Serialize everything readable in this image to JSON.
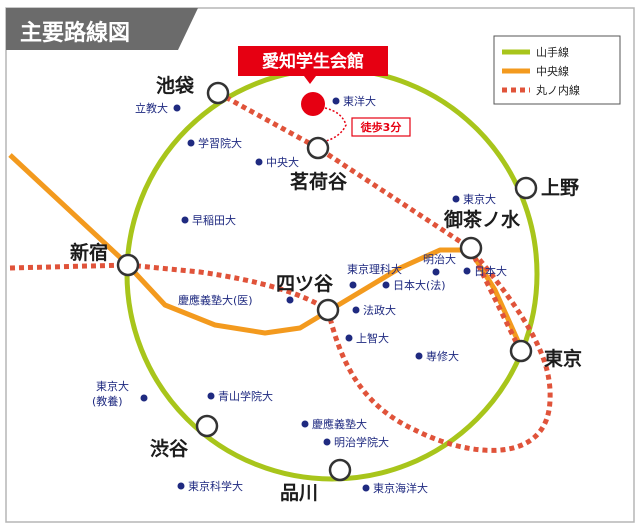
{
  "header": {
    "title": "主要路線図"
  },
  "venue": {
    "label": "愛知学生会館",
    "walk": "徒歩3分"
  },
  "legend": [
    {
      "label": "山手線",
      "color": "#a8c51b",
      "style": "solid"
    },
    {
      "label": "中央線",
      "color": "#f39a1e",
      "style": "solid"
    },
    {
      "label": "丸ノ内線",
      "color": "#e0533a",
      "style": "dotted"
    }
  ],
  "stations": {
    "ikebukuro": "池袋",
    "myogadani": "茗荷谷",
    "ueno": "上野",
    "ochanomizu": "御茶ノ水",
    "shinjuku": "新宿",
    "yotsuya": "四ツ谷",
    "tokyo": "東京",
    "shibuya": "渋谷",
    "shinagawa": "品川"
  },
  "universities": {
    "rikkyo": "立教大",
    "toyo": "東洋大",
    "gakushuin": "学習院大",
    "chuo": "中央大",
    "todai": "東京大",
    "waseda": "早稲田大",
    "meiji": "明治大",
    "tus": "東京理科大",
    "nihon_law": "日本大(法)",
    "nihon": "日本大",
    "keio_med": "慶應義塾大(医)",
    "hosei": "法政大",
    "sophia": "上智大",
    "senshu": "専修大",
    "todai_kyoyo_1": "東京大",
    "todai_kyoyo_2": "(教養)",
    "aoyama": "青山学院大",
    "keio": "慶應義塾大",
    "meiji_gakuin": "明治学院大",
    "tokyo_tech": "東京科学大",
    "kaiyo": "東京海洋大"
  }
}
